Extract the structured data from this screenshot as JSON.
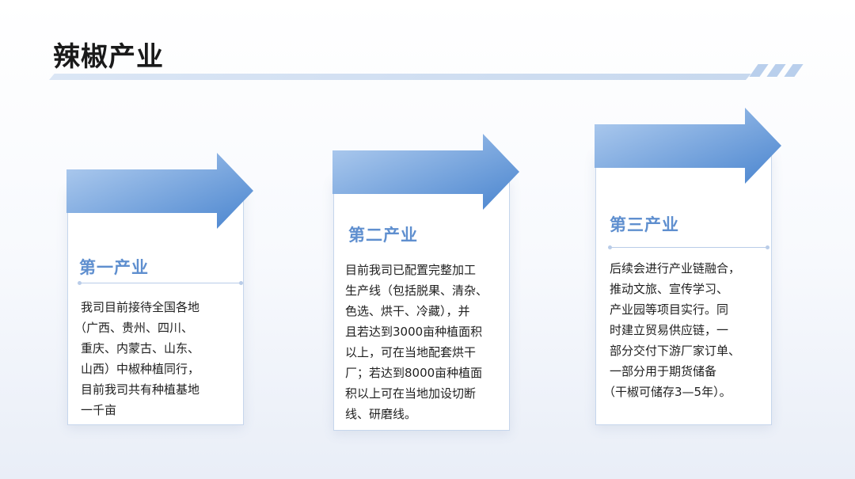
{
  "page": {
    "title": "辣椒产业"
  },
  "stages": [
    {
      "heading": "第一产业",
      "lines": [
        "我司目前接待全国各地",
        "（广西、贵州、四川、",
        "重庆、内蒙古、山东、",
        "山西）中椒种植同行，",
        "目前我司共有种植基地",
        "一千亩"
      ]
    },
    {
      "heading": "第二产业",
      "lines": [
        "目前我司已配置完整加工",
        "生产线（包括脱果、清杂、",
        "色选、烘干、冷藏），并",
        "且若达到3000亩种植面积",
        "以上，可在当地配套烘干",
        "厂；若达到8000亩种植面",
        "积以上可在当地加设切断",
        "线、研磨线。"
      ]
    },
    {
      "heading": "第三产业",
      "lines": [
        "后续会进行产业链融合，",
        "推动文旅、宣传学习、",
        "产业园等项目实行。同",
        "时建立贸易供应链，一",
        "部分交付下游厂家订单、",
        "一部分用于期货储备",
        "（干椒可储存3—5年）。"
      ]
    }
  ],
  "colors": {
    "accent": "#5f8fcf",
    "arrow_light": "#a9c7ec",
    "arrow_dark": "#4a85cf"
  }
}
